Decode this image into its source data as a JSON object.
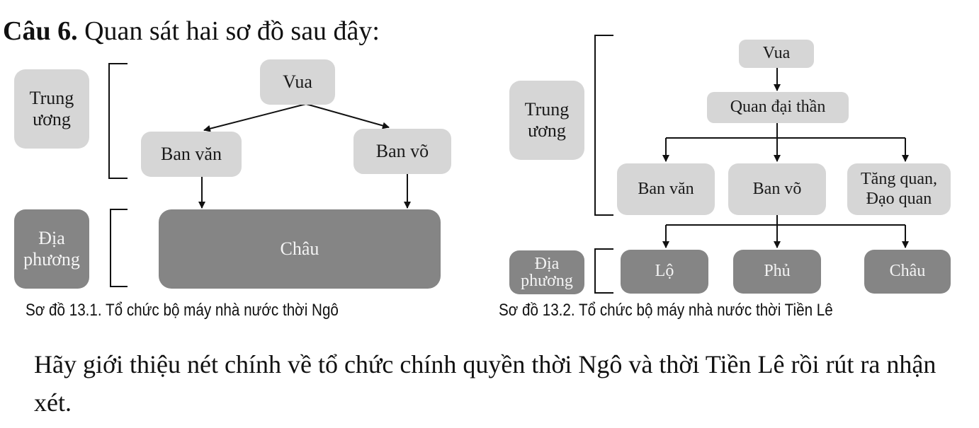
{
  "title": {
    "bold": "Câu 6.",
    "text": "Quan sát hai sơ đồ sau đây:"
  },
  "diagram1": {
    "side_top": "Trung\nương",
    "side_bottom": "Địa\nphương",
    "vua": "Vua",
    "ban_van": "Ban văn",
    "ban_vo": "Ban võ",
    "chau": "Châu",
    "caption": "Sơ đồ 13.1. Tổ chức bộ máy nhà nước thời Ngô"
  },
  "diagram2": {
    "side_top": "Trung\nương",
    "side_bottom": "Địa\nphương",
    "vua": "Vua",
    "quan_dai_than": "Quan đại thần",
    "ban_van": "Ban văn",
    "ban_vo": "Ban võ",
    "tang_quan": "Tăng quan,\nĐạo quan",
    "lo": "Lộ",
    "phu": "Phủ",
    "chau": "Châu",
    "caption": "Sơ đồ 13.2. Tổ chức bộ máy nhà nước thời Tiền Lê"
  },
  "question": "Hãy giới thiệu nét chính về tổ chức chính quyền thời Ngô và thời Tiền Lê rồi rút ra nhận xét."
}
